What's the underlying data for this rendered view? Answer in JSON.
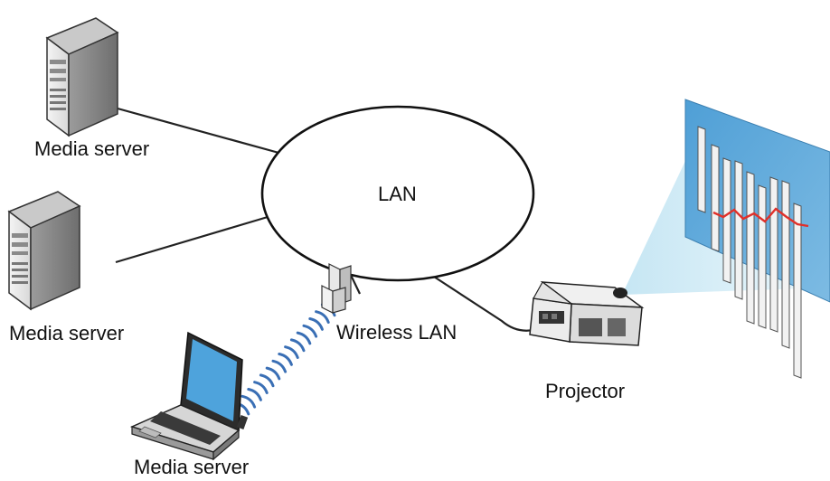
{
  "network": {
    "label": "LAN"
  },
  "nodes": {
    "server_top": {
      "label": "Media server",
      "icon": "server-tower-icon"
    },
    "server_middle": {
      "label": "Media server",
      "icon": "server-tower-icon"
    },
    "laptop": {
      "label": "Media server",
      "icon": "laptop-icon"
    },
    "access_point": {
      "label": "Wireless LAN",
      "icon": "wireless-access-point-icon"
    },
    "projector": {
      "label": "Projector",
      "icon": "projector-icon"
    }
  },
  "screen": {
    "icon": "projection-screen-icon",
    "background_color": "#5fa9d9",
    "beam_color": "#bfe3f2",
    "line_color": "#e0302a"
  }
}
